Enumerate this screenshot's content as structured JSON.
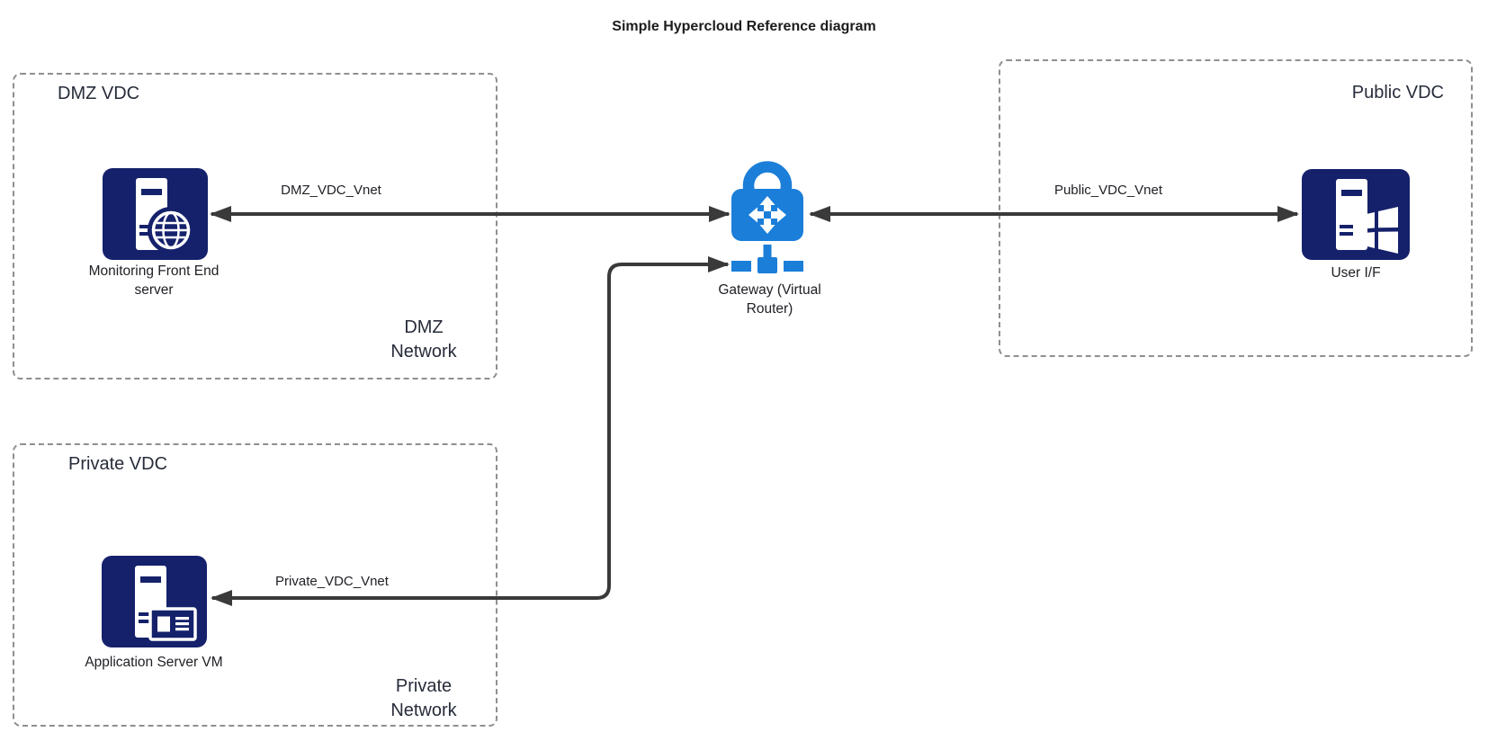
{
  "title": "Simple Hypercloud Reference diagram",
  "colors": {
    "icon_navy": "#15216B",
    "gateway_blue": "#1B7ED9",
    "line": "#3A3A3A",
    "border_gray": "#8F8F8F",
    "zone_text": "#272C3A",
    "caption_text": "#202126"
  },
  "zones": {
    "dmz": {
      "label": "DMZ VDC",
      "network_label": "DMZ Network"
    },
    "private": {
      "label": "Private VDC",
      "network_label": "Private Network"
    },
    "public": {
      "label": "Public VDC"
    }
  },
  "nodes": {
    "monitoring": {
      "label": "Monitoring Front End server",
      "icon": "server-globe-icon"
    },
    "app_server": {
      "label": "Application Server VM",
      "icon": "server-vm-icon"
    },
    "user_if": {
      "label": "User I/F",
      "icon": "server-windows-icon"
    },
    "gateway": {
      "label": "Gateway (Virtual Router)",
      "icon": "gateway-lock-icon"
    }
  },
  "connections": [
    {
      "label": "DMZ_VDC_Vnet",
      "from": "Monitoring Front End server",
      "to": "Gateway (Virtual Router)"
    },
    {
      "label": "Public_VDC_Vnet",
      "from": "Gateway (Virtual Router)",
      "to": "User I/F"
    },
    {
      "label": "Private_VDC_Vnet",
      "from": "Gateway (Virtual Router)",
      "to": "Application Server VM"
    }
  ]
}
